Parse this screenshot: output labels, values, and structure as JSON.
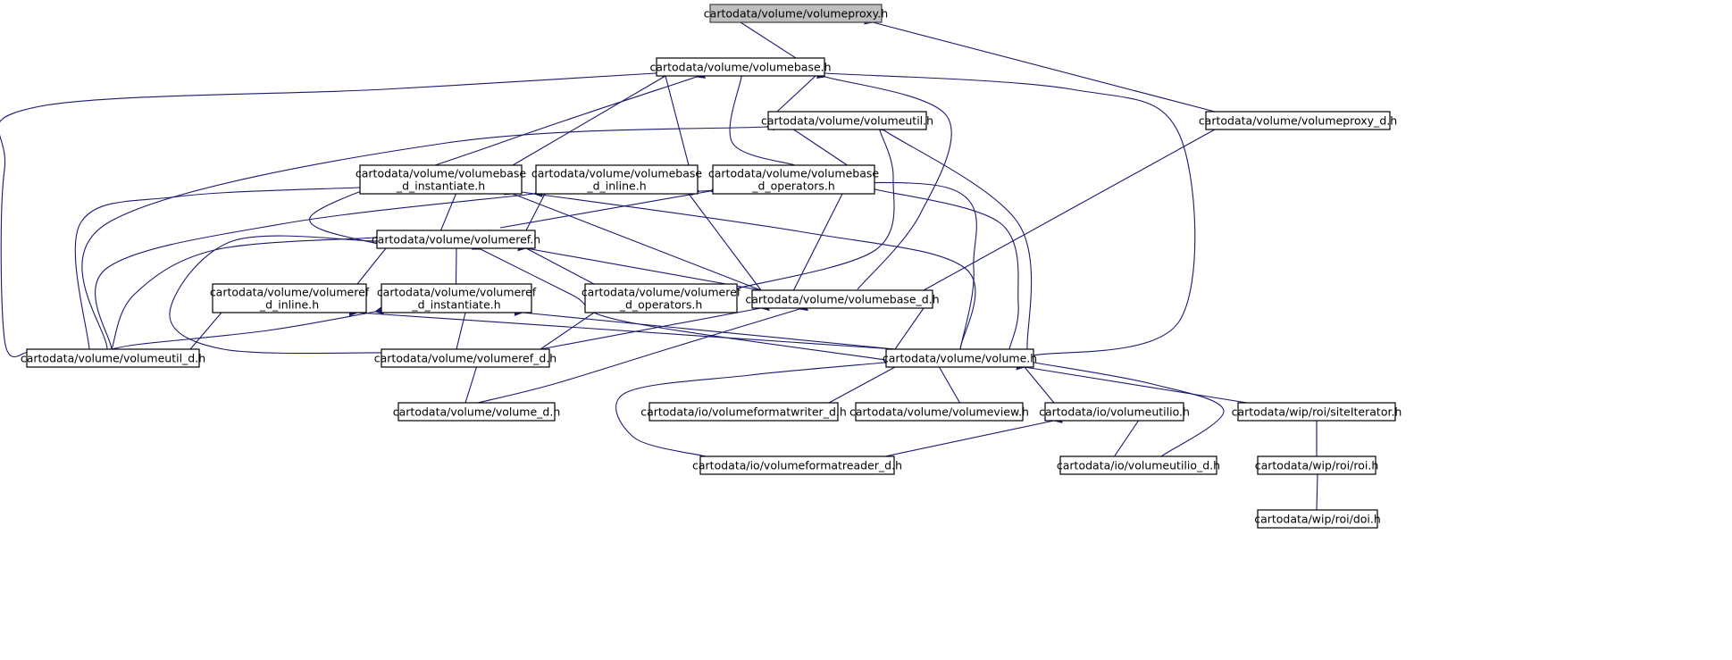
{
  "graph": {
    "title": "cartodata/volume/volumeproxy.h",
    "colors": {
      "edge": "#191970",
      "arrow": "#191970",
      "root_fill": "#bfbfbf",
      "node_fill": "#ffffff",
      "node_border": "#000000"
    },
    "nodes": [
      {
        "id": "volumeproxy",
        "lines": [
          "cartodata/volume/volumeproxy.h"
        ],
        "root": true
      },
      {
        "id": "volumebase",
        "lines": [
          "cartodata/volume/volumebase.h"
        ]
      },
      {
        "id": "volumeutil",
        "lines": [
          "cartodata/volume/volumeutil.h"
        ]
      },
      {
        "id": "volumeproxy_d",
        "lines": [
          "cartodata/volume/volumeproxy_d.h"
        ]
      },
      {
        "id": "vb_instantiate",
        "lines": [
          "cartodata/volume/volumebase",
          "_d_instantiate.h"
        ]
      },
      {
        "id": "vb_inline",
        "lines": [
          "cartodata/volume/volumebase",
          "_d_inline.h"
        ]
      },
      {
        "id": "vb_operators",
        "lines": [
          "cartodata/volume/volumebase",
          "_d_operators.h"
        ]
      },
      {
        "id": "volumeref",
        "lines": [
          "cartodata/volume/volumeref.h"
        ]
      },
      {
        "id": "vr_inline",
        "lines": [
          "cartodata/volume/volumeref",
          "_d_inline.h"
        ]
      },
      {
        "id": "vr_instantiate",
        "lines": [
          "cartodata/volume/volumeref",
          "_d_instantiate.h"
        ]
      },
      {
        "id": "vr_operators",
        "lines": [
          "cartodata/volume/volumeref",
          "_d_operators.h"
        ]
      },
      {
        "id": "volumebase_d",
        "lines": [
          "cartodata/volume/volumebase_d.h"
        ]
      },
      {
        "id": "volumeutil_d",
        "lines": [
          "cartodata/volume/volumeutil_d.h"
        ]
      },
      {
        "id": "volumeref_d",
        "lines": [
          "cartodata/volume/volumeref_d.h"
        ]
      },
      {
        "id": "volume",
        "lines": [
          "cartodata/volume/volume.h"
        ]
      },
      {
        "id": "volume_d",
        "lines": [
          "cartodata/volume/volume_d.h"
        ]
      },
      {
        "id": "formatwriter_d",
        "lines": [
          "cartodata/io/volumeformatwriter_d.h"
        ]
      },
      {
        "id": "volumeview",
        "lines": [
          "cartodata/volume/volumeview.h"
        ]
      },
      {
        "id": "volumeutilio",
        "lines": [
          "cartodata/io/volumeutilio.h"
        ]
      },
      {
        "id": "siteiterator",
        "lines": [
          "cartodata/wip/roi/siteIterator.h"
        ]
      },
      {
        "id": "formatreader_d",
        "lines": [
          "cartodata/io/volumeformatreader_d.h"
        ]
      },
      {
        "id": "volumeutilio_d",
        "lines": [
          "cartodata/io/volumeutilio_d.h"
        ]
      },
      {
        "id": "roi",
        "lines": [
          "cartodata/wip/roi/roi.h"
        ]
      },
      {
        "id": "doi",
        "lines": [
          "cartodata/wip/roi/doi.h"
        ]
      }
    ],
    "edges": [
      {
        "from": "volumeproxy",
        "to": "volumebase"
      },
      {
        "from": "volumeproxy",
        "to": "volumeproxy_d"
      },
      {
        "from": "volumebase",
        "to": "volumeutil"
      },
      {
        "from": "volumebase",
        "to": "vb_instantiate"
      },
      {
        "from": "volumebase",
        "to": "vb_inline"
      },
      {
        "from": "volumebase",
        "to": "vb_operators"
      },
      {
        "from": "volumebase",
        "to": "volumeref"
      },
      {
        "from": "volumebase",
        "to": "volumebase_d"
      },
      {
        "from": "volumebase",
        "to": "volumeutil_d"
      },
      {
        "from": "volumebase",
        "to": "volume"
      },
      {
        "from": "volumeproxy_d",
        "to": "volumebase_d"
      },
      {
        "from": "volumeutil",
        "to": "vb_operators"
      },
      {
        "from": "volumeutil",
        "to": "volumeutil_d"
      },
      {
        "from": "volumeutil",
        "to": "vr_operators"
      },
      {
        "from": "volumeutil",
        "to": "volume"
      },
      {
        "from": "vb_instantiate",
        "to": "volumeref"
      },
      {
        "from": "vb_instantiate",
        "to": "volumeutil_d"
      },
      {
        "from": "vb_instantiate",
        "to": "volumebase_d"
      },
      {
        "from": "vb_instantiate",
        "to": "volume"
      },
      {
        "from": "vb_inline",
        "to": "volumeref"
      },
      {
        "from": "vb_inline",
        "to": "volumeutil_d"
      },
      {
        "from": "vb_inline",
        "to": "volumebase_d"
      },
      {
        "from": "vb_inline",
        "to": "volume"
      },
      {
        "from": "vb_operators",
        "to": "volumeref"
      },
      {
        "from": "vb_operators",
        "to": "volumebase_d"
      },
      {
        "from": "vb_operators",
        "to": "volume"
      },
      {
        "from": "volumeref",
        "to": "vr_inline"
      },
      {
        "from": "volumeref",
        "to": "vr_instantiate"
      },
      {
        "from": "volumeref",
        "to": "vr_operators"
      },
      {
        "from": "volumeref",
        "to": "volumebase_d"
      },
      {
        "from": "volumeref",
        "to": "volumeutil_d"
      },
      {
        "from": "volumeref",
        "to": "volumeref_d"
      },
      {
        "from": "volumeref",
        "to": "volume"
      },
      {
        "from": "vr_inline",
        "to": "volumeutil_d"
      },
      {
        "from": "vr_inline",
        "to": "volume"
      },
      {
        "from": "vr_instantiate",
        "to": "volumeref_d"
      },
      {
        "from": "vr_instantiate",
        "to": "volumeutil_d"
      },
      {
        "from": "vr_instantiate",
        "to": "volume"
      },
      {
        "from": "vr_operators",
        "to": "volumeref_d"
      },
      {
        "from": "volumebase_d",
        "to": "volumeref_d"
      },
      {
        "from": "volumebase_d",
        "to": "volume"
      },
      {
        "from": "volumebase_d",
        "to": "volume_d"
      },
      {
        "from": "volumeref_d",
        "to": "volume_d"
      },
      {
        "from": "volume",
        "to": "formatwriter_d"
      },
      {
        "from": "volume",
        "to": "volumeview"
      },
      {
        "from": "volume",
        "to": "volumeutilio"
      },
      {
        "from": "volume",
        "to": "siteiterator"
      },
      {
        "from": "volume",
        "to": "formatreader_d"
      },
      {
        "from": "volume",
        "to": "volumeutilio_d"
      },
      {
        "from": "volumeutilio",
        "to": "formatreader_d"
      },
      {
        "from": "volumeutilio",
        "to": "volumeutilio_d"
      },
      {
        "from": "siteiterator",
        "to": "roi"
      },
      {
        "from": "roi",
        "to": "doi"
      }
    ]
  }
}
